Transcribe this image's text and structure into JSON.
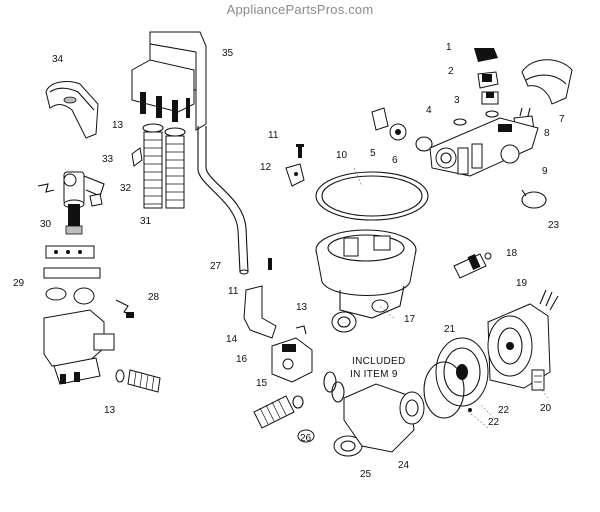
{
  "watermark": "AppliancePartsPros.com",
  "note": [
    "INCLUDED",
    "IN ITEM 9"
  ],
  "callouts": [
    "1",
    "2",
    "3",
    "4",
    "5",
    "6",
    "7",
    "8",
    "9",
    "10",
    "11",
    "11",
    "12",
    "13",
    "13",
    "13",
    "14",
    "15",
    "16",
    "17",
    "18",
    "19",
    "20",
    "21",
    "22",
    "22",
    "23",
    "24",
    "25",
    "26",
    "27",
    "28",
    "29",
    "30",
    "31",
    "32",
    "33",
    "34",
    "35"
  ]
}
